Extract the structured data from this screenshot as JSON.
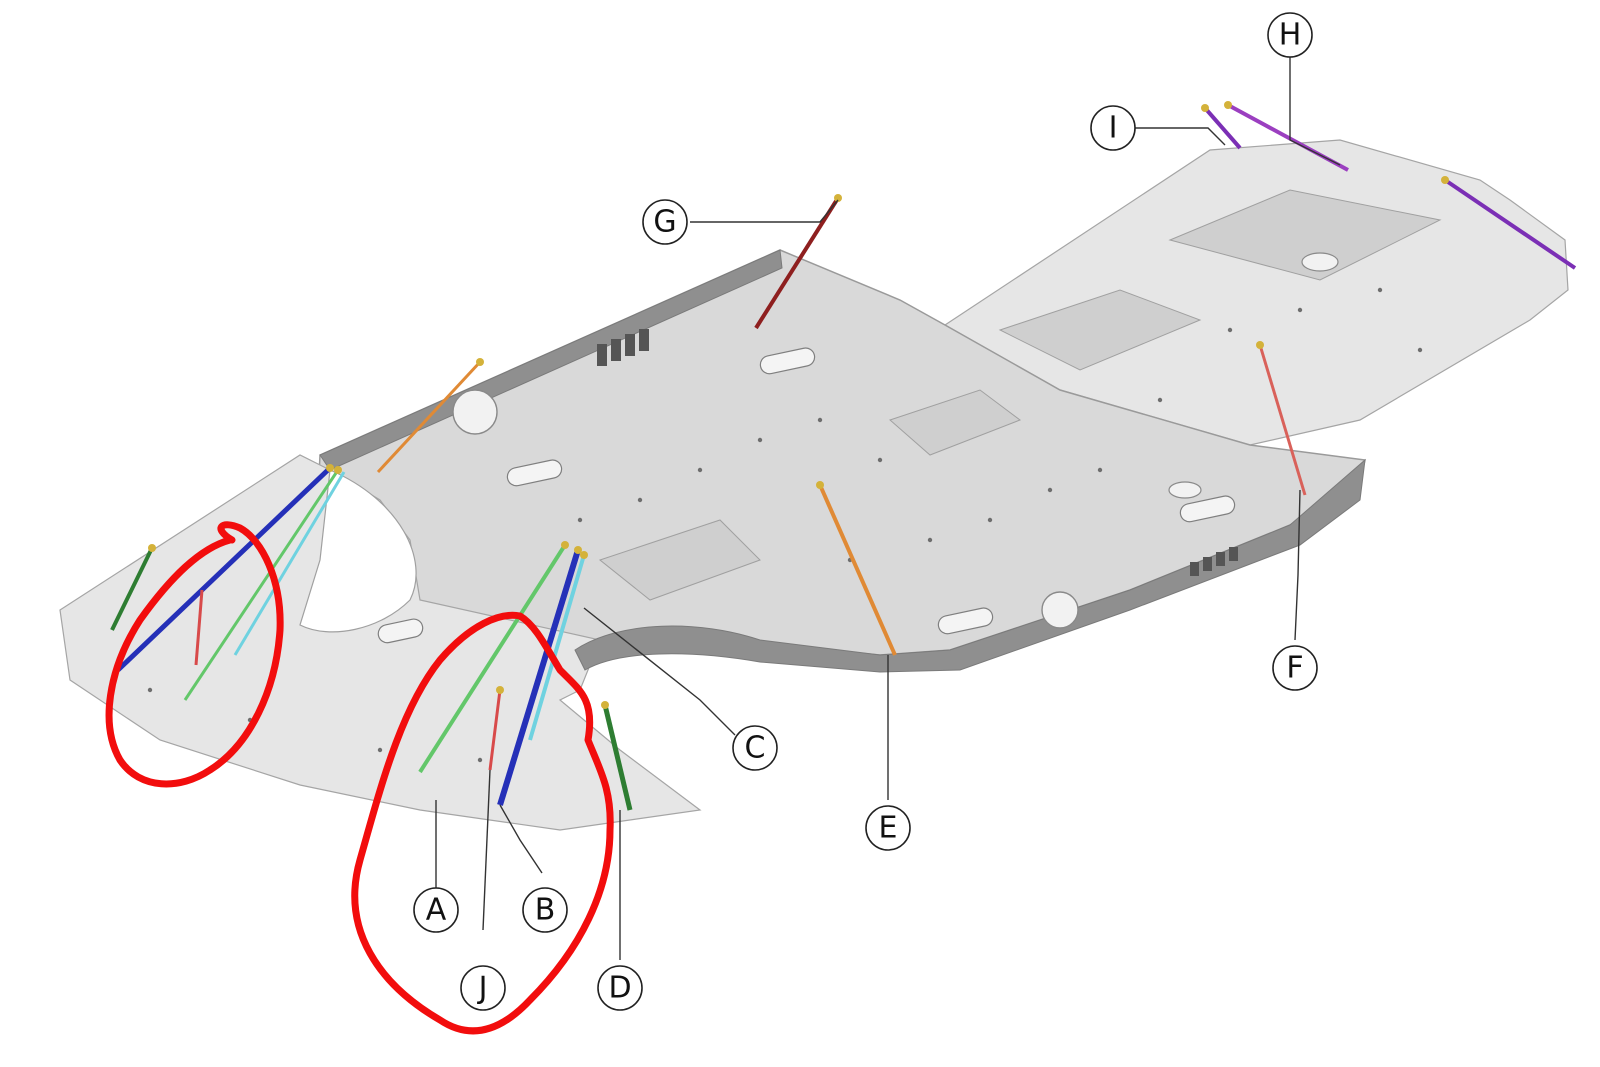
{
  "callouts": {
    "A": "A",
    "B": "B",
    "C": "C",
    "D": "D",
    "E": "E",
    "F": "F",
    "G": "G",
    "H": "H",
    "I": "I",
    "J": "J"
  },
  "colors": {
    "background": "#ffffff",
    "panel": "#d9d9d9",
    "markup": "#f20d0d",
    "rod_A": "#63c76a",
    "rod_B": "#2530b8",
    "rod_C": "#6fd2e0",
    "rod_D": "#2e7d32",
    "rod_E": "#e08a35",
    "rod_F": "#d9615a",
    "rod_G": "#8e1f1f",
    "rod_H": "#9b3fc0",
    "rod_I": "#7b2fb5",
    "rod_J": "#d84a4a"
  }
}
